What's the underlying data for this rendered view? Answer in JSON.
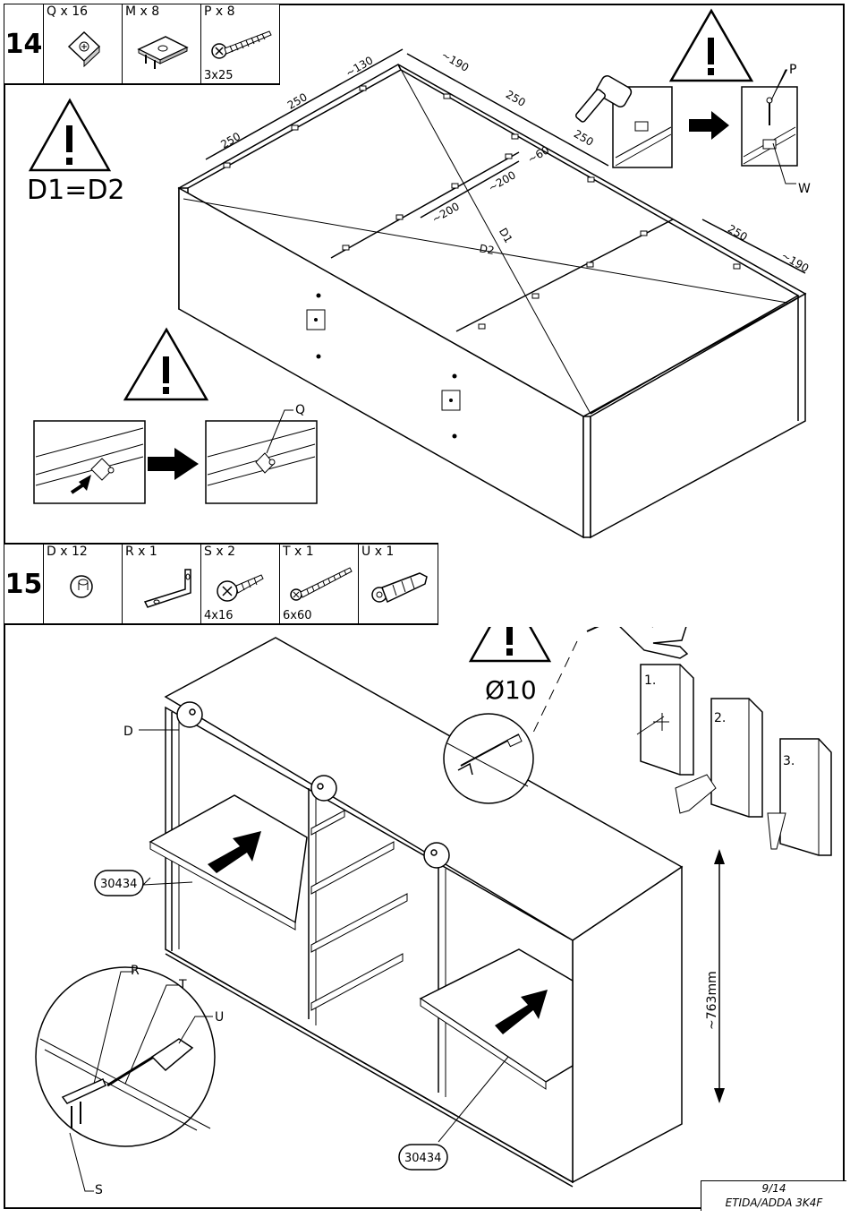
{
  "step14": {
    "number": "14",
    "parts": [
      {
        "label": "Q x 16",
        "size": "",
        "icon": "corner-block-icon"
      },
      {
        "label": "M x 8",
        "size": "",
        "icon": "mounting-plate-icon"
      },
      {
        "label": "P x 8",
        "size": "3x25",
        "icon": "screw-icon"
      }
    ],
    "warning_text": "D1=D2",
    "dims": [
      "250",
      "250",
      "~130",
      "~190",
      "250",
      "250",
      "~60",
      "~200",
      "~200",
      "250",
      "~190"
    ],
    "diagonals": [
      "D1",
      "D2"
    ],
    "callouts": {
      "p": "P",
      "w": "W",
      "q": "Q"
    }
  },
  "step15": {
    "number": "15",
    "parts": [
      {
        "label": "D x 12",
        "size": "",
        "icon": "cap-icon"
      },
      {
        "label": "R x 1",
        "size": "",
        "icon": "bracket-icon"
      },
      {
        "label": "S x 2",
        "size": "4x16",
        "icon": "screw-icon"
      },
      {
        "label": "T x 1",
        "size": "6x60",
        "icon": "long-screw-icon"
      },
      {
        "label": "U x 1",
        "size": "",
        "icon": "wall-plug-icon"
      }
    ],
    "drill_diameter": "Ø10",
    "height_dim": "~763mm",
    "shelf_code_left": "30434",
    "shelf_code_right": "30434",
    "callouts": {
      "d": "D",
      "r": "R",
      "t": "T",
      "u": "U",
      "s": "S"
    },
    "steps": [
      "1.",
      "2.",
      "3."
    ]
  },
  "footer": {
    "page": "9/14",
    "product": "ETIDA/ADDA 3K4F"
  }
}
